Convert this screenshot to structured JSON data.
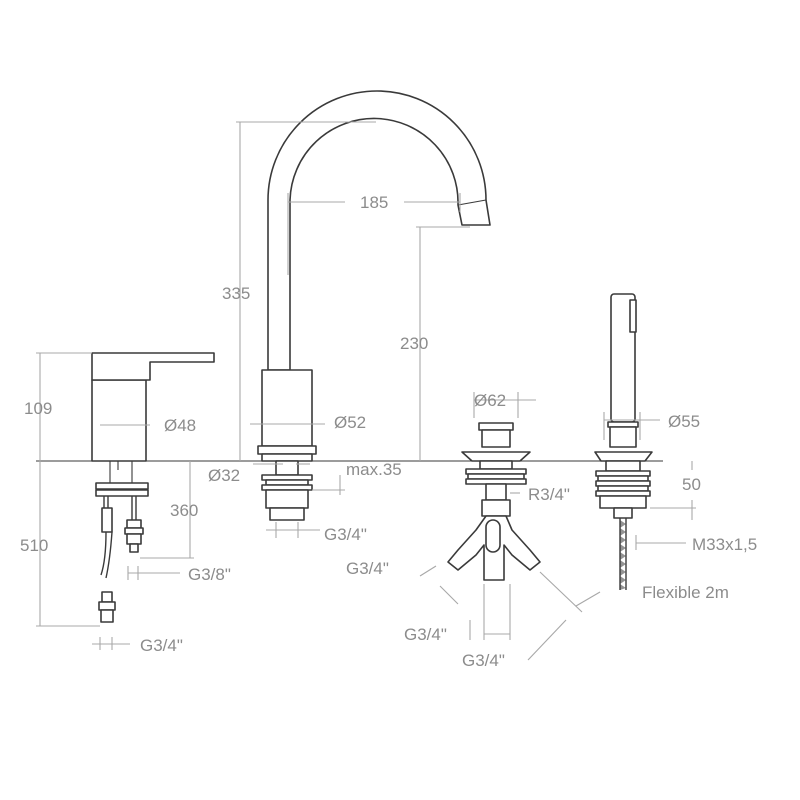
{
  "diagram": {
    "colors": {
      "line": "#3a3a3a",
      "dimension": "#a8a8a8",
      "text": "#8c8c8c"
    },
    "labels": {
      "d109": "109",
      "d510": "510",
      "d48": "Ø48",
      "d360": "360",
      "g38": "G3/8\"",
      "g34_mixer": "G3/4\"",
      "d335": "335",
      "d185": "185",
      "d230": "230",
      "d52": "Ø52",
      "d32": "Ø32",
      "max35": "max.35",
      "g34_spout": "G3/4\"",
      "d62": "Ø62",
      "r34": "R3/4\"",
      "g34_valve_a": "G3/4\"",
      "g34_valve_b": "G3/4\"",
      "g34_valve_c": "G3/4\"",
      "d55": "Ø55",
      "d50": "50",
      "m33": "M33x1,5",
      "flexible": "Flexible 2m"
    }
  }
}
